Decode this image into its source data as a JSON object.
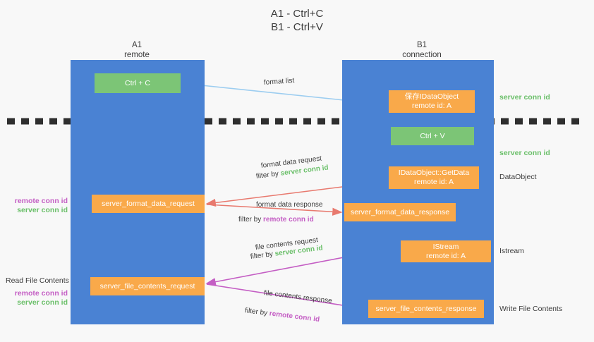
{
  "title": {
    "line1": "A1 - Ctrl+C",
    "line2": "B1 - Ctrl+V"
  },
  "columns": [
    {
      "name": "A1",
      "sub": "remote"
    },
    {
      "name": "B1",
      "sub": "connection"
    }
  ],
  "boxes": {
    "ctrl_c": "Ctrl + C",
    "ctrl_v": "Ctrl + V",
    "save_idataobject_l1": "保存IDataObject",
    "save_idataobject_l2": "remote id: A",
    "getdata_l1": "IDataObject::GetData",
    "getdata_l2": "remote id: A",
    "istream_l1": "IStream",
    "istream_l2": "remote id: A",
    "server_format_data_request": "server_format_data_request",
    "server_format_data_response": "server_format_data_response",
    "server_file_contents_request": "server_file_contents_request",
    "server_file_contents_response": "server_file_contents_response"
  },
  "flows": {
    "format_list": "format list",
    "format_data_request": "format data request",
    "filter_by": "filter by ",
    "server_conn_id": "server conn id",
    "remote_conn_id": "remote conn id",
    "format_data_response": "format data response",
    "file_contents_request": "file contents request",
    "file_contents_response": "file contents response"
  },
  "side_labels": {
    "server_conn_id": "server conn id",
    "remote_conn_id": "remote conn id",
    "dataobject": "DataObject",
    "istream": "Istream",
    "write_file_contents": "Write File Contents",
    "read_file_contents": "Read File Contents"
  },
  "colors": {
    "lane_blue": "#4a82d3",
    "box_green": "#7cc576",
    "box_orange": "#f9a94a",
    "server_conn_green": "#6abf69",
    "remote_conn_purple": "#c45ec4",
    "arrow_blue": "#9ccdf0",
    "arrow_red": "#e8796e",
    "arrow_purple": "#c45ec4",
    "arrow_black": "#000000",
    "background": "#f8f8f8"
  }
}
